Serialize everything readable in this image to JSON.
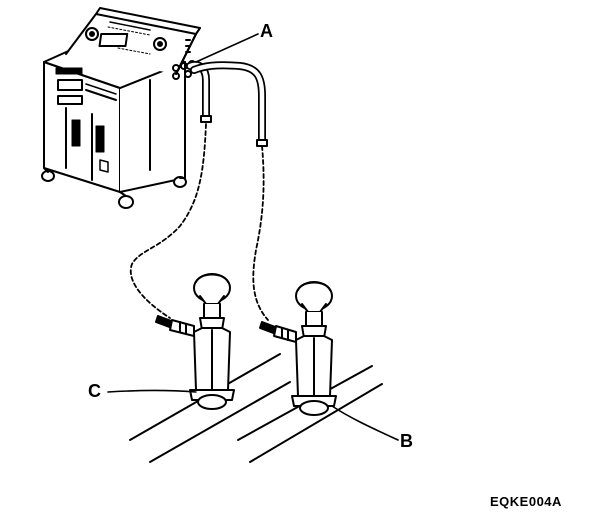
{
  "callouts": {
    "a": "A",
    "b": "B",
    "c": "C"
  },
  "figure_code": "EQKE004A",
  "colors": {
    "ink": "#000000",
    "paper": "#ffffff"
  }
}
